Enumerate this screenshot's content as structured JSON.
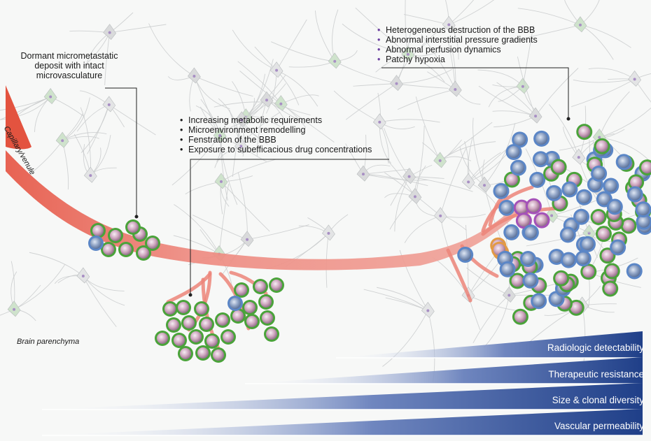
{
  "stage1": {
    "caption": "Dormant micrometastatic deposit with intact microvasculature"
  },
  "stage2": {
    "bullets": [
      "Increasing metabolic requirements",
      "Microenvironment remodelling",
      "Fenstration of the BBB",
      "Exposure to subefficacious drug concentrations"
    ]
  },
  "stage3": {
    "bullets": [
      "Heterogeneous destruction of the BBB",
      "Abnormal interstitial pressure gradients",
      "Abnormal perfusion dynamics",
      "Patchy hypoxia"
    ]
  },
  "labels": {
    "vessel": "Capillary/venule",
    "parenchyma": "Brain parenchyma"
  },
  "gradients": [
    {
      "label": "Radiologic detectability"
    },
    {
      "label": "Therapeutic resistance"
    },
    {
      "label": "Size & clonal diversity"
    },
    {
      "label": "Vascular permeability"
    }
  ],
  "colors": {
    "vessel": "#e8604f",
    "tumor_cell_rim": "#4aa33a",
    "blue_cell_rim": "#5b86c6",
    "purple_cell_rim": "#a451b8",
    "yellow_cell_rim": "#e6de66",
    "orange_cell_rim": "#e39a45",
    "gradient_dark": "#1f3f88",
    "bullet_purple": "#6b3fa0"
  }
}
